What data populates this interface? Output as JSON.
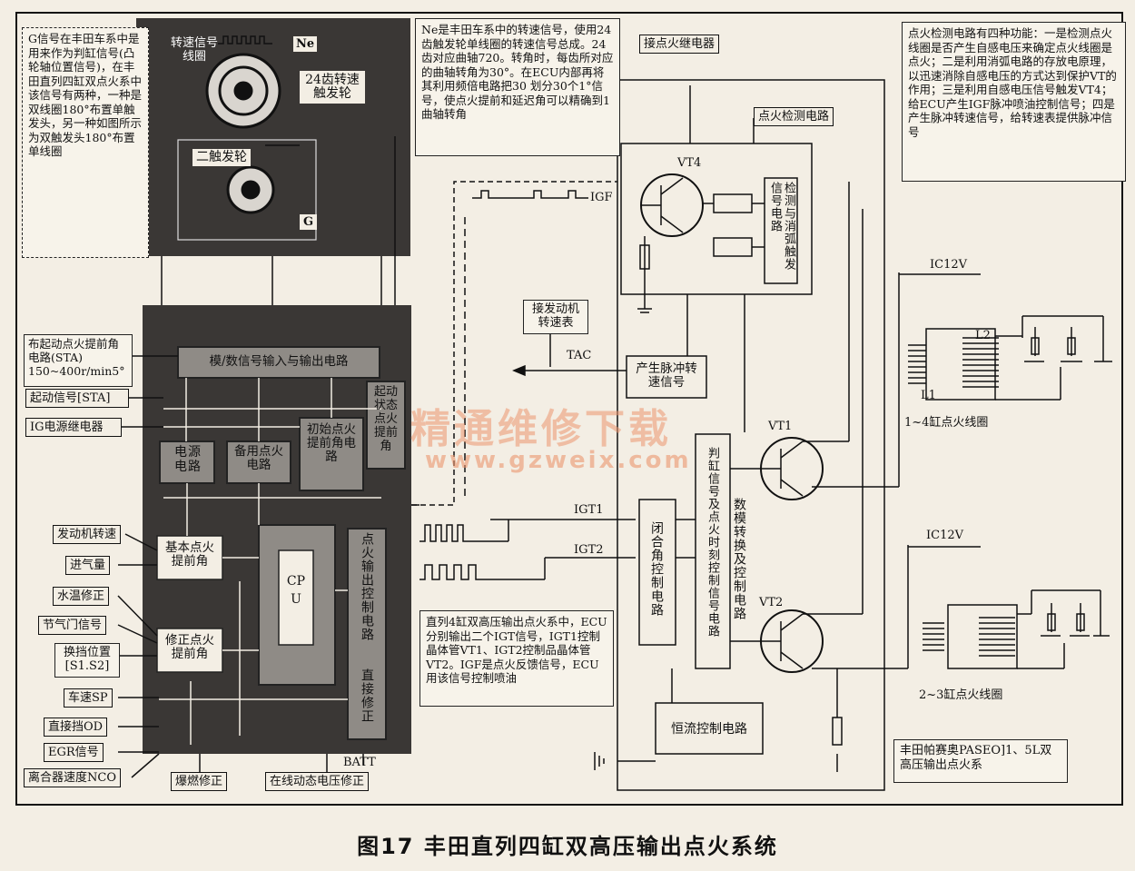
{
  "notes": {
    "g_signal": "G信号在丰田车系中是用来作为判缸信号(凸轮轴位置信号)，在丰田直列四缸双点火系中该信号有两种，一种是双线圈180°布置单触发头，另一种如图所示为双触发头180°布置单线圈",
    "ne_signal": "Ne是丰田车系中的转速信号，使用24齿触发轮单线圈的转速信号总成。24齿对应曲轴720。转角时，每齿所对应的曲轴转角为30°。在ECU内部再将其利用频倍电路把30 划分30个1°信号，使点火提前和延迟角可以精确到1 曲轴转角",
    "igt_note": "直列4缸双高压输出点火系中，ECU分别输出二个IGT信号，IGT1控制晶体管VT1、IGT2控制品晶体管VT2。IGF是点火反馈信号，ECU用该信号控制喷油",
    "ignition_detect": "点火检测电路有四种功能：一是检测点火线圈是否产生自感电压来确定点火线圈是点火；二是利用消弧电路的存放电原理，以迅速消除自感电压的方式达到保护VT的作用；三是利用自感电压信号触发VT4；给ECU产生IGF脉冲喷油控制信号；四是产生脉冲转速信号，给转速表提供脉冲信号",
    "model": "丰田帕赛奥PASEO]1、5L双高压输出点火系"
  },
  "sensor": {
    "coil_label": "转速信号线圈",
    "ne": "Ne",
    "wheel24": "24齿转速触发轮",
    "wheel2": "二触发轮",
    "g": "G"
  },
  "ecu": {
    "adio": "模/数信号输入与输出电路",
    "power": "电源电路",
    "backup": "备用点火电路",
    "initial": "初始点火提前角电路",
    "dynamic": "起动状态点火提前角",
    "cpu": "CPU",
    "output_ctrl": "点火输出控制电路",
    "direct": "直接修正",
    "basic": "基本点火提前角",
    "correct": "修正点火提前角"
  },
  "inputs": {
    "sta_circuit": "布起动点火提前角电路(STA)",
    "sta_range": "150~400r/min5°",
    "sta_signal": "起动信号[STA]",
    "ig_relay": "IG电源继电器",
    "engine_speed": "发动机转速",
    "intake": "进气量",
    "coolant": "水温修正",
    "throttle": "节气门信号",
    "gear": "换挡位置[S1.S2]",
    "speed": "车速SP",
    "od": "直接挡OD",
    "egr": "EGR信号",
    "clutch": "离合器速度NCO",
    "knock": "爆燃修正",
    "voltage": "在线动态电压修正",
    "batt": "BATT"
  },
  "signals": {
    "igf": "IGF",
    "igt1": "IGT1",
    "igt2": "IGT2",
    "tac": "TAC",
    "tach": "接发动机转速表",
    "ig_relay_conn": "接点火继电器"
  },
  "igniter": {
    "detect_label": "点火检测电路",
    "vt4": "VT4",
    "detect_circuit": "检测与消弧触发信号电路",
    "pulse": "产生脉冲转速信号",
    "dwell": "闭合角控制电路",
    "cyl_signal": "判缸信号及点火时刻控制信号电路",
    "da_ctrl": "数模转换及控制电路",
    "vt1": "VT1",
    "vt2": "VT2",
    "const_current": "恒流控制电路"
  },
  "coils": {
    "ic12v_a": "IC12V",
    "ic12v_b": "IC12V",
    "l1": "L1",
    "l2": "L2",
    "coil14": "1~4缸点火线圈",
    "coil23": "2~3缸点火线圈"
  },
  "watermark": {
    "cn": "精通维修下载",
    "url": "www.gzweix.com"
  },
  "caption": "图17   丰田直列四缸双高压输出点火系统"
}
